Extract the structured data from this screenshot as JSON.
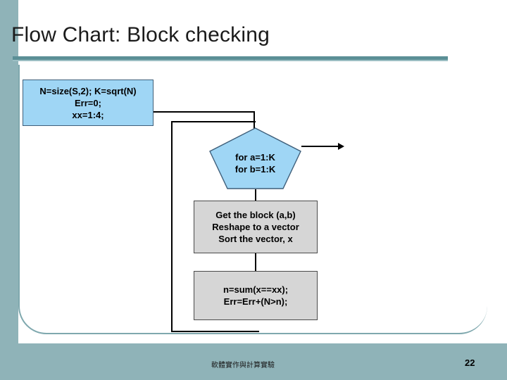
{
  "slide": {
    "title": "Flow Chart: Block checking",
    "footer_text": "軟體實作與計算實驗",
    "page_number": "22",
    "theme": {
      "accent_teal": "#8fb3b8",
      "rule_teal": "#5b8f96",
      "node_blue": "#9fd6f5",
      "node_grey": "#d6d6d6",
      "node_border_blue": "#3f5f7a",
      "node_border_grey": "#4a4a4a"
    }
  },
  "chart_data": {
    "type": "flowchart",
    "title": "Flow Chart: Block checking",
    "nodes": [
      {
        "id": "init",
        "shape": "rectangle",
        "fill": "#9fd6f5",
        "lines": [
          "N=size(S,2); K=sqrt(N)",
          "Err=0;",
          "xx=1:4;"
        ]
      },
      {
        "id": "loop",
        "shape": "pentagon",
        "fill": "#9fd6f5",
        "lines": [
          "for a=1:K",
          "for b=1:K"
        ]
      },
      {
        "id": "block",
        "shape": "rectangle",
        "fill": "#d6d6d6",
        "lines": [
          "Get the block (a,b)",
          "Reshape to a vector",
          "Sort the vector, x"
        ]
      },
      {
        "id": "sum",
        "shape": "rectangle",
        "fill": "#d6d6d6",
        "lines": [
          "n=sum(x==xx);",
          "Err=Err+(N>n);"
        ]
      }
    ],
    "edges": [
      {
        "from": "init",
        "to": "loop"
      },
      {
        "from": "loop",
        "to": "block"
      },
      {
        "from": "block",
        "to": "sum"
      },
      {
        "from": "sum",
        "to": "loop",
        "note": "loop-back to the left and up"
      }
    ]
  }
}
